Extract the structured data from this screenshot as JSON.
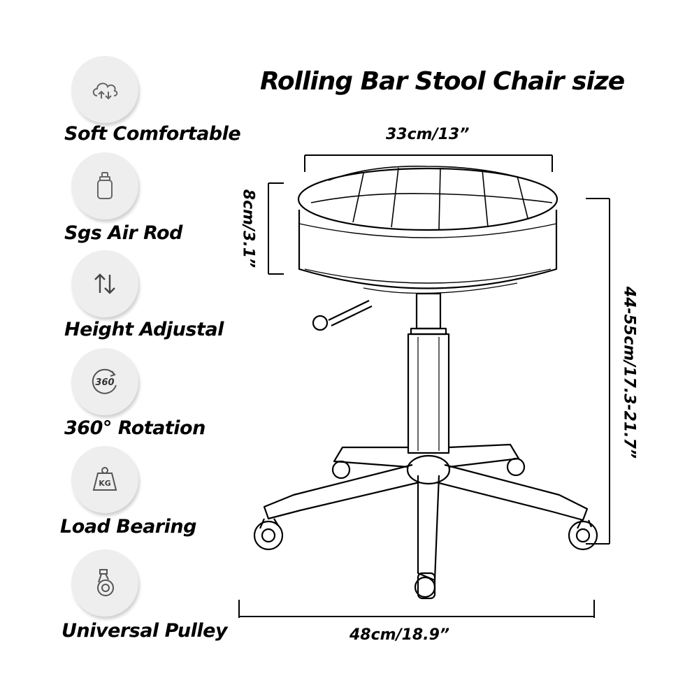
{
  "title": "Rolling Bar Stool Chair size",
  "features": [
    {
      "label": "Soft Comfortable",
      "icon": "cloud-sync-icon"
    },
    {
      "label": "Sgs Air Rod",
      "icon": "bottle-icon"
    },
    {
      "label": "Height Adjustal",
      "icon": "up-down-arrows-icon"
    },
    {
      "label": "360° Rotation",
      "icon": "rotation-360-icon",
      "badge": "360"
    },
    {
      "label": "Load Bearing",
      "icon": "weight-kg-icon",
      "badge": "KG"
    },
    {
      "label": "Universal Pulley",
      "icon": "caster-wheel-icon"
    }
  ],
  "dimensions": {
    "seat_width": "33cm/13”",
    "seat_thickness": "8cm/3.1”",
    "height": "44-55cm/17.3-21.7”",
    "base_width": "48cm/18.9”"
  }
}
